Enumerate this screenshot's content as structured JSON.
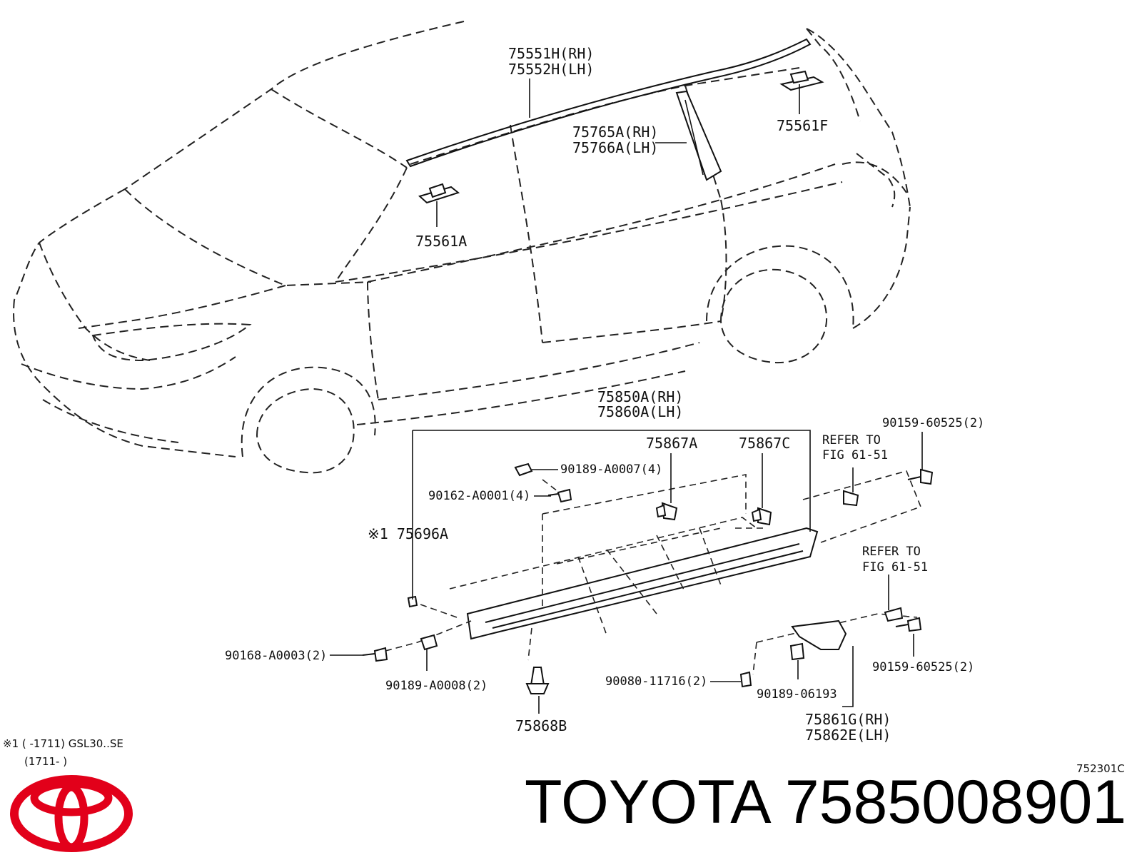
{
  "labels": {
    "roof_molding_rh": "75551H(RH)",
    "roof_molding_lh": "75552H(LH)",
    "pillar_rh": "75765A(RH)",
    "pillar_lh": "75766A(LH)",
    "clip_75561f": "75561F",
    "clip_75561a": "75561A",
    "rocker_rh": "75850A(RH)",
    "rocker_lh": "75860A(LH)",
    "clip_75867a": "75867A",
    "clip_75867c": "75867C",
    "screw_90159_top": "90159-60525(2)",
    "refer_top_1": "REFER TO",
    "refer_top_2": "FIG 61-51",
    "clip_90189_a0007": "90189-A0007(4)",
    "screw_90162": "90162-A0001(4)",
    "note_75696a": "※1 75696A",
    "refer_bottom_1": "REFER TO",
    "refer_bottom_2": "FIG 61-51",
    "screw_90168": "90168-A0003(2)",
    "clip_90189_a0008": "90189-A0008(2)",
    "screw_90159_bottom": "90159-60525(2)",
    "screw_90080": "90080-11716(2)",
    "clip_90189_06193": "90189-06193",
    "clip_75868b": "75868B",
    "bracket_rh": "75861G(RH)",
    "bracket_lh": "75862E(LH)"
  },
  "footnote": {
    "line1": "※1 (      -1711) GSL30..SE",
    "line2": "(1711-       )"
  },
  "figure_code": "752301C",
  "brand": {
    "name": "TOYOTA",
    "part_number": "7585008901",
    "logo_color": "#e2001a"
  }
}
